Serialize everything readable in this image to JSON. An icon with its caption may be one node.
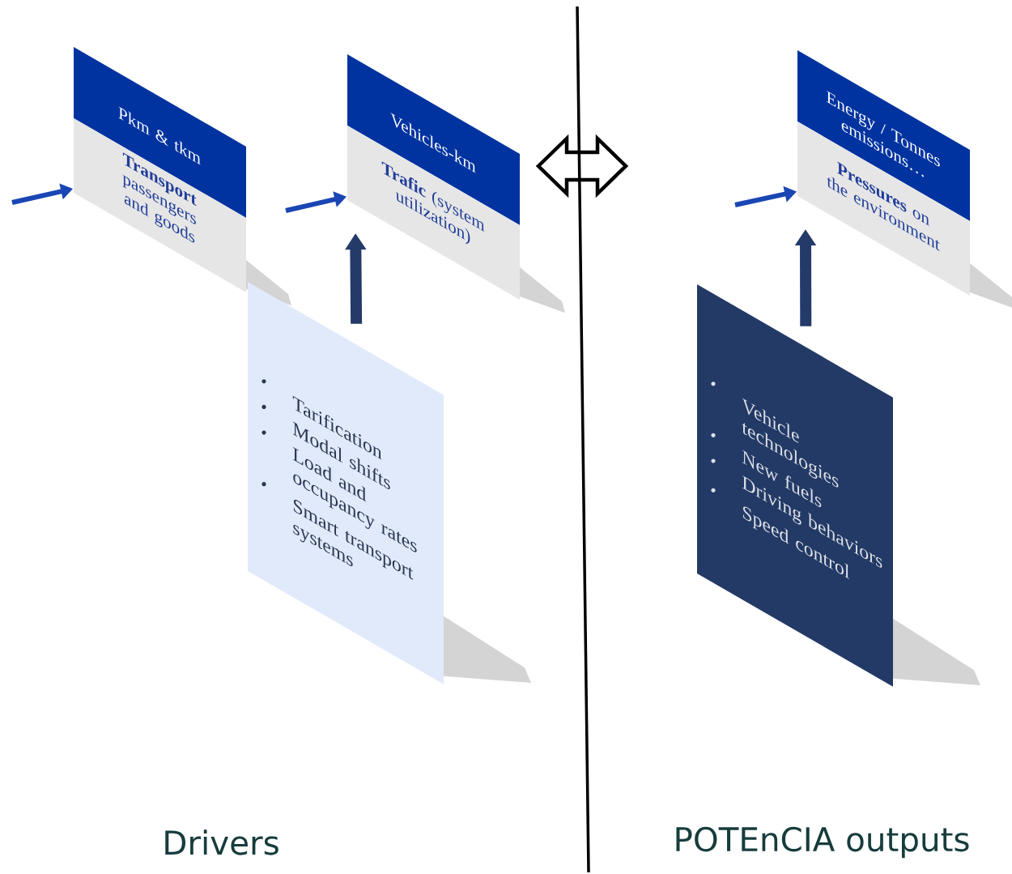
{
  "diagram": {
    "nodes": [
      {
        "text": [
          "Pkm & tkm",
          "**Transport** passengers and goods"
        ]
      },
      {
        "text": [
          "Vehicles-km",
          "**Trafic** (system utilization)"
        ]
      },
      {
        "text": [
          "Energy / Tonnes emissions…",
          "**Pressures** on the environment"
        ]
      },
      {
        "text": [
          "Tarification",
          "Modal shifts",
          "Load and occupancy rates",
          "Smart transport systems"
        ]
      },
      {
        "text": [
          "Vehicle technologies",
          "New fuels",
          "Driving behaviors",
          "Speed control"
        ]
      }
    ],
    "edges": [
      {
        "from": null,
        "to": 0,
        "arrow": "to"
      },
      {
        "from": null,
        "to": 1,
        "arrow": "to"
      },
      {
        "from": null,
        "to": 2,
        "arrow": "to"
      },
      {
        "from": 3,
        "to": 1,
        "arrow": "to",
        "color": "#243a69",
        "style": "thick"
      },
      {
        "from": 4,
        "to": 2,
        "arrow": "to",
        "color": "#243a69",
        "style": "thick"
      }
    ],
    "labels": [
      "Drivers",
      "POTEnCIA outputs"
    ]
  }
}
